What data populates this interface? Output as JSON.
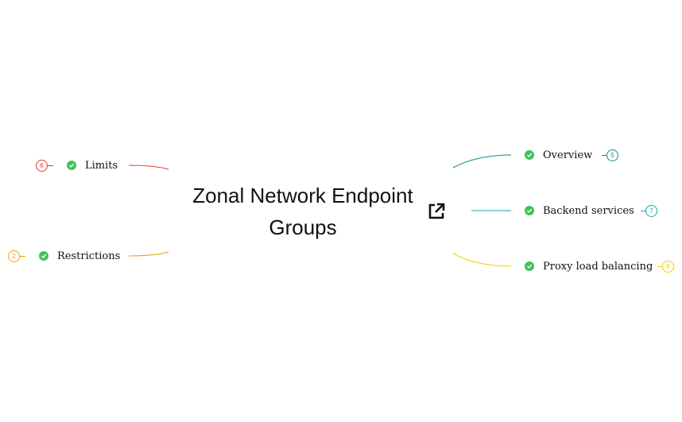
{
  "center": {
    "title": "Zonal Network Endpoint Groups"
  },
  "nodes": {
    "limits": {
      "label": "Limits",
      "badge": "6",
      "color": "#e53935"
    },
    "restrictions": {
      "label": "Restrictions",
      "badge": "2",
      "color": "#f39c12"
    },
    "overview": {
      "label": "Overview",
      "badge": "5",
      "color": "#0e8a8a"
    },
    "backend": {
      "label": "Backend services",
      "badge": "7",
      "color": "#1aa3a3"
    },
    "proxy": {
      "label": "Proxy load balancing",
      "badge": "8",
      "color": "#f2d100"
    }
  },
  "icons": {
    "check": "check-circle-icon",
    "external": "external-link-icon"
  }
}
